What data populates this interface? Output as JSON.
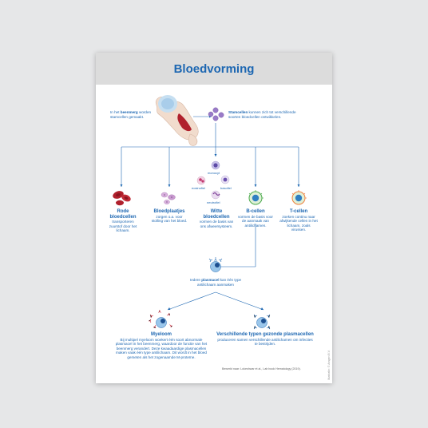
{
  "title": "Bloedvorming",
  "beenmerg": {
    "pre": "In het ",
    "bold": "beenmerg",
    "post": " worden stamcellen gemaakt."
  },
  "stamcellen": {
    "bold": "Stamcellen",
    "post": " kunnen zich tot verschillende soorten bloedcellen ontwikkelen."
  },
  "labels_small": {
    "monocyt": "monocyt",
    "eosinofiel": "eosinofiel",
    "basofiel": "basofiel",
    "neutrofiel": "neutrofiel"
  },
  "cells": [
    {
      "name": "Rode bloedcellen",
      "desc": "transporteren zuurstof door het lichaam."
    },
    {
      "name": "Bloedplaatjes",
      "desc": "zorgen o.a. voor stolling van het bloed."
    },
    {
      "name": "Witte bloedcellen",
      "desc": "vormen de basis van ons afweersysteem."
    },
    {
      "name": "B-cellen",
      "desc": "vormen de basis voor de aanmaak van antilichamen."
    },
    {
      "name": "T-cellen",
      "desc": "zoeken continu naar afwijkende cellen in het lichaam, zoals virussen."
    }
  ],
  "plasmacel": {
    "pre": "Iedere ",
    "bold": "plasmacel",
    "post": " kan één type antilichaam aanmaken"
  },
  "myeloom": {
    "head": "Myeloom",
    "text": "Bij multipel myeloom woekert één soort abnormale plasmacel in het beenmerg, waardoor de functie van het beenmerg verandert. Deze kwaadaardige plasmacellen maken vaak één type antilichaam. Dit wordt in het bloed gemeten als het zogenaamde M-proteïne."
  },
  "gezond": {
    "head": "Verschillende typen gezonde plasmacellen",
    "text": "produceren samen verschillende antilichamen om infecties te bestrijden."
  },
  "footer": "Bewerkt naar: Lokeshwar et al., Lab book Hematology (2019).",
  "vertical": "Illustratie: © Amgen B.V.",
  "colors": {
    "accent": "#1d67b2",
    "header_bg": "#dcdcdc",
    "red_cell": "#b0202c",
    "platelet": "#c99ad0",
    "b_cell": "#4caa4c",
    "t_cell": "#f07f3a",
    "stem": "#9a7bc8"
  }
}
